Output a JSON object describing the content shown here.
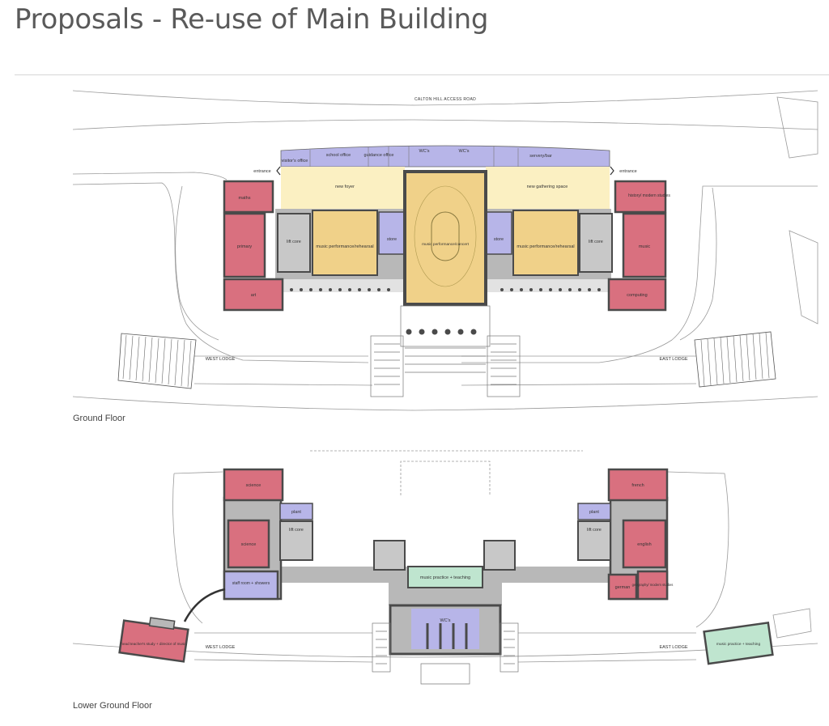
{
  "title": "Proposals - Re-use of Main Building",
  "colors": {
    "classroom": "#d9707f",
    "performance": "#f0d189",
    "foyer": "#fbf0c2",
    "service": "#b7b5e8",
    "music_practice": "#bfe5cf",
    "wall": "#4a4a4a",
    "circulation": "#b8b8b8"
  },
  "ground_floor": {
    "caption": "Ground Floor",
    "road_label": "CALTON HILL ACCESS ROAD",
    "rooms": {
      "visitors_office": "visitor's office",
      "school_office": "school office",
      "guidance_office": "guidance office",
      "wc_left": "WC's",
      "wc_right": "WC's",
      "servery_bar": "servery/bar",
      "entrance_left": "entrance",
      "entrance_right": "entrance",
      "new_foyer": "new foyer",
      "new_gathering_space": "new gathering space",
      "maths": "maths",
      "primary": "primary",
      "art": "art",
      "lift_core_left": "lift core",
      "lift_core_right": "lift core",
      "music_rehearsal_left": "music performance/rehearsal",
      "music_rehearsal_right": "music performance/rehearsal",
      "store_left": "store",
      "store_right": "store",
      "music_concert": "music performance/concert",
      "history": "history/ modern studies",
      "music": "music",
      "computing": "computing",
      "west_lodge": "WEST LODGE",
      "east_lodge": "EAST LODGE"
    }
  },
  "lower_ground_floor": {
    "caption": "Lower Ground Floor",
    "rooms": {
      "science_top": "science",
      "science_mid": "science",
      "plant_left": "plant",
      "plant_right": "plant",
      "lift_core_left": "lift core",
      "lift_core_right": "lift core",
      "staff_room": "staff room + showers",
      "music_practice_center": "music practice + teaching",
      "wcs": "WC's",
      "french": "french",
      "english": "english",
      "german": "german",
      "geography": "geography/ modern studies",
      "head_teacher": "head teacher's study + director of music",
      "west_lodge": "WEST LODGE",
      "east_lodge": "EAST LODGE",
      "music_practice_lodge": "music practice + teaching"
    }
  }
}
